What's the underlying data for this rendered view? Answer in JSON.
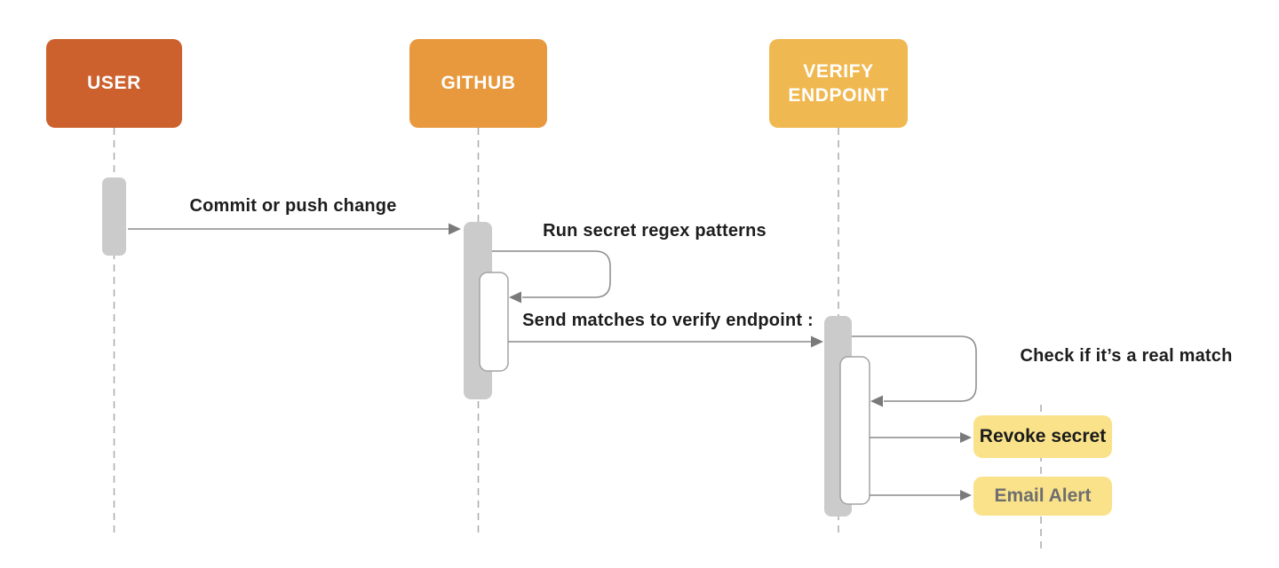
{
  "diagram": {
    "type": "sequence",
    "background": "#FFFFFF",
    "actors": [
      {
        "id": "user",
        "label": "USER",
        "fill": "#CC612E",
        "text_color": "#FFFFFF"
      },
      {
        "id": "github",
        "label": "GITHUB",
        "fill": "#E8993E",
        "text_color": "#FFFFFF"
      },
      {
        "id": "verify_endpoint",
        "label": "VERIFY ENDPOINT",
        "fill": "#F0B851",
        "text_color": "#FFFFFF"
      }
    ],
    "messages": [
      {
        "label": "Commit or push change",
        "from": "user",
        "to": "github",
        "kind": "solid-arrow"
      },
      {
        "label": "Run secret regex patterns",
        "from": "github",
        "to": "github",
        "kind": "self-loop"
      },
      {
        "label": "Send matches to verify endpoint :",
        "from": "github",
        "to": "verify_endpoint",
        "kind": "solid-arrow"
      },
      {
        "label": "Check if it’s a real match",
        "from": "verify_endpoint",
        "to": "verify_endpoint",
        "kind": "self-loop"
      },
      {
        "label": "",
        "from": "verify_endpoint",
        "to": "revoke_secret",
        "kind": "solid-arrow"
      },
      {
        "label": "",
        "from": "verify_endpoint",
        "to": "email_alert",
        "kind": "solid-arrow"
      }
    ],
    "action_boxes": [
      {
        "id": "revoke_secret",
        "label": "Revoke secret",
        "fill": "#F9E28A",
        "text_color": "#1B1B1B"
      },
      {
        "id": "email_alert",
        "label": "Email Alert",
        "fill": "#F9E28A",
        "text_color": "#6E6E6E"
      }
    ],
    "colors": {
      "activation_bar": "#CBCBCB",
      "nested_activation_fill": "#FFFFFF",
      "nested_activation_border": "#A3A3A3",
      "arrow": "#8A8A8A",
      "arrowhead": "#7A7A7A",
      "lifeline": "#ABABAB",
      "message_text": "#1D1D1D"
    }
  }
}
